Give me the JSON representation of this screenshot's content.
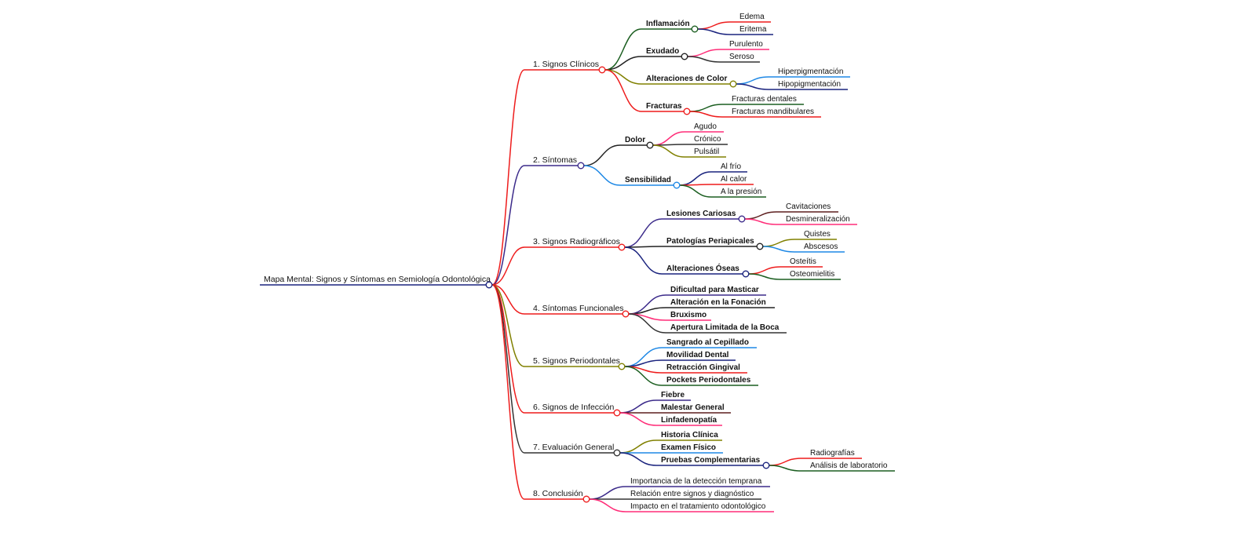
{
  "root": {
    "label": "Mapa Mental: Signos y Síntomas en Semiología Odontológica",
    "color": "#1a237e"
  },
  "branches": [
    {
      "label": "1. Signos Clínicos",
      "color": "#ee1c1c",
      "children": [
        {
          "label": "Inflamación",
          "color": "#1b5e20",
          "children": [
            {
              "label": "Edema",
              "color": "#ee1c1c"
            },
            {
              "label": "Eritema",
              "color": "#1a237e"
            }
          ]
        },
        {
          "label": "Exudado",
          "color": "#222222",
          "children": [
            {
              "label": "Purulento",
              "color": "#ff2d78"
            },
            {
              "label": "Seroso",
              "color": "#333333"
            }
          ]
        },
        {
          "label": "Alteraciones de Color",
          "color": "#808000",
          "children": [
            {
              "label": "Hiperpigmentación",
              "color": "#1e88e5"
            },
            {
              "label": "Hipopigmentación",
              "color": "#1a237e"
            }
          ]
        },
        {
          "label": "Fracturas",
          "color": "#ee1c1c",
          "children": [
            {
              "label": "Fracturas dentales",
              "color": "#1b5e20"
            },
            {
              "label": "Fracturas mandibulares",
              "color": "#ee1c1c"
            }
          ]
        }
      ]
    },
    {
      "label": "2. Síntomas",
      "color": "#3b2a8a",
      "children": [
        {
          "label": "Dolor",
          "color": "#222222",
          "children": [
            {
              "label": "Agudo",
              "color": "#ff2d78"
            },
            {
              "label": "Crónico",
              "color": "#333333"
            },
            {
              "label": "Pulsátil",
              "color": "#808000"
            }
          ]
        },
        {
          "label": "Sensibilidad",
          "color": "#1e88e5",
          "children": [
            {
              "label": "Al frío",
              "color": "#1a237e"
            },
            {
              "label": "Al calor",
              "color": "#ee1c1c"
            },
            {
              "label": "A la presión",
              "color": "#1b5e20"
            }
          ]
        }
      ]
    },
    {
      "label": "3. Signos Radiográficos",
      "color": "#ee1c1c",
      "children": [
        {
          "label": "Lesiones Cariosas",
          "color": "#3b2a8a",
          "children": [
            {
              "label": "Cavitaciones",
              "color": "#5d1f1f"
            },
            {
              "label": "Desmineralización",
              "color": "#ff2d78"
            }
          ]
        },
        {
          "label": "Patologías Periapicales",
          "color": "#222222",
          "children": [
            {
              "label": "Quistes",
              "color": "#808000"
            },
            {
              "label": "Abscesos",
              "color": "#1e88e5"
            }
          ]
        },
        {
          "label": "Alteraciones Óseas",
          "color": "#1a237e",
          "children": [
            {
              "label": "Osteítis",
              "color": "#ee1c1c"
            },
            {
              "label": "Osteomielitis",
              "color": "#1b5e20"
            }
          ]
        }
      ]
    },
    {
      "label": "4. Síntomas Funcionales",
      "color": "#ee1c1c",
      "children": [
        {
          "label": "Dificultad para Masticar",
          "color": "#3b2a8a"
        },
        {
          "label": "Alteración en la Fonación",
          "color": "#222222"
        },
        {
          "label": "Bruxismo",
          "color": "#ff2d78"
        },
        {
          "label": "Apertura Limitada de la Boca",
          "color": "#333333"
        }
      ]
    },
    {
      "label": "5. Signos Periodontales",
      "color": "#808000",
      "children": [
        {
          "label": "Sangrado al Cepillado",
          "color": "#1e88e5"
        },
        {
          "label": "Movilidad Dental",
          "color": "#1a237e"
        },
        {
          "label": "Retracción Gingival",
          "color": "#ee1c1c"
        },
        {
          "label": "Pockets Periodontales",
          "color": "#1b5e20"
        }
      ]
    },
    {
      "label": "6. Signos de Infección",
      "color": "#ee1c1c",
      "children": [
        {
          "label": "Fiebre",
          "color": "#3b2a8a"
        },
        {
          "label": "Malestar General",
          "color": "#5d1f1f"
        },
        {
          "label": "Linfadenopatía",
          "color": "#ff2d78"
        }
      ]
    },
    {
      "label": "7. Evaluación General",
      "color": "#333333",
      "children": [
        {
          "label": "Historia Clínica",
          "color": "#808000"
        },
        {
          "label": "Examen Físico",
          "color": "#1e88e5"
        },
        {
          "label": "Pruebas Complementarias",
          "color": "#1a237e",
          "children": [
            {
              "label": "Radiografías",
              "color": "#ee1c1c"
            },
            {
              "label": "Análisis de laboratorio",
              "color": "#1b5e20"
            }
          ]
        }
      ]
    },
    {
      "label": "8. Conclusión",
      "color": "#ee1c1c",
      "children": [
        {
          "label": "Importancia de la detección temprana",
          "color": "#3b2a8a"
        },
        {
          "label": "Relación entre signos y diagnóstico",
          "color": "#333333"
        },
        {
          "label": "Impacto en el tratamiento odontológico",
          "color": "#ff2d78"
        }
      ]
    }
  ]
}
